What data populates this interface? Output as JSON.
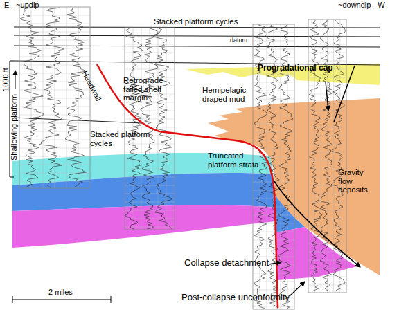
{
  "diagram": {
    "labels": [
      "E - ~updip",
      "~downdip - W",
      "Stacked platform cycles",
      "datum",
      "Progradational cap",
      "Retrograde failed shelf margin",
      "Headwall",
      "Hemipelagic draped mud",
      "1000 ft",
      "Shallowing platform",
      "Stacked platform cycles",
      "Truncated platform strata",
      "Gravity flow deposits",
      "Collapse detachment",
      "Post-collapse unconformity",
      "2 miles"
    ]
  }
}
